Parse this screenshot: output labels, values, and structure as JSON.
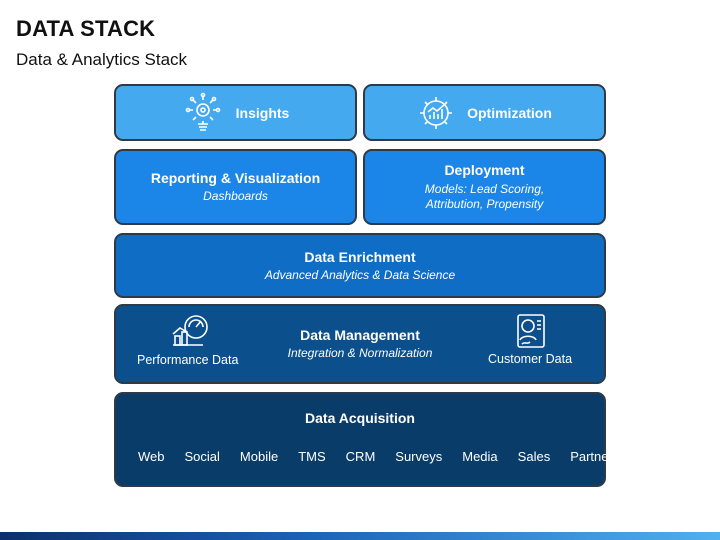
{
  "header": {
    "title": "DATA STACK",
    "subtitle": "Data & Analytics Stack"
  },
  "layers": {
    "insights": {
      "title": "Insights",
      "icon": "lightbulb-gear-icon"
    },
    "optimization": {
      "title": "Optimization",
      "icon": "gear-chart-icon"
    },
    "reporting": {
      "title": "Reporting & Visualization",
      "detail": "Dashboards"
    },
    "deployment": {
      "title": "Deployment",
      "detail_line1": "Models: Lead Scoring,",
      "detail_line2": "Attribution, Propensity"
    },
    "enrichment": {
      "title": "Data Enrichment",
      "detail": "Advanced Analytics & Data Science"
    },
    "management": {
      "title": "Data Management",
      "detail": "Integration & Normalization",
      "left_label": "Performance Data",
      "left_icon": "gauge-chart-icon",
      "right_label": "Customer Data",
      "right_icon": "customer-profile-icon"
    },
    "acquisition": {
      "title": "Data Acquisition",
      "sources": [
        "Web",
        "Social",
        "Mobile",
        "TMS",
        "CRM",
        "Surveys",
        "Media",
        "Sales",
        "Partner"
      ]
    }
  },
  "colors": {
    "layer1": "#45a9f0",
    "layer2": "#1b86e8",
    "layer3": "#0f6dc6",
    "layer4": "#0b4f8c",
    "layer5": "#0a3c6a",
    "border": "#2f3a45"
  }
}
